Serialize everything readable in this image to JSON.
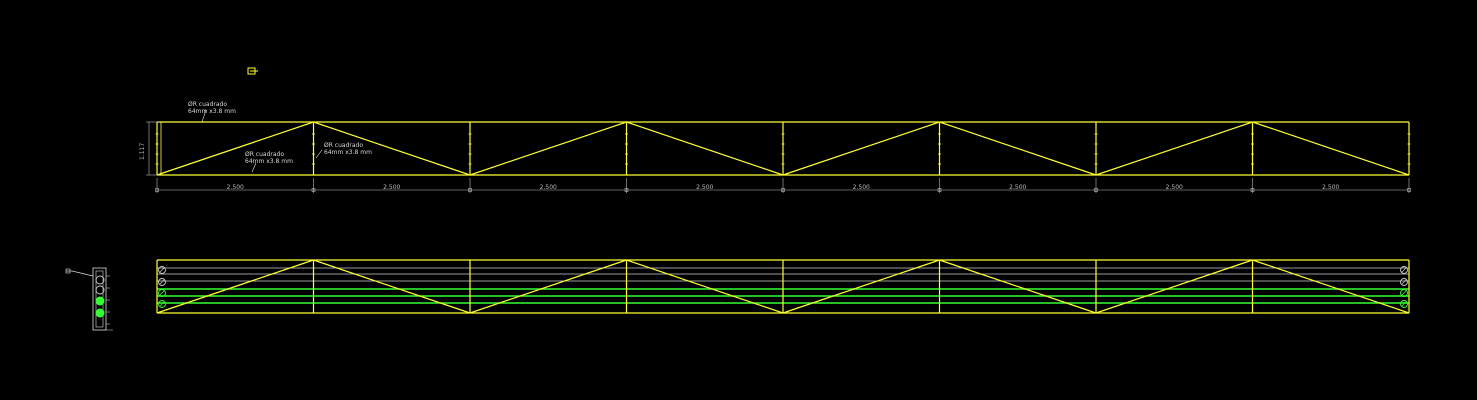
{
  "colors": {
    "background": "#000000",
    "truss": "#ffff33",
    "purlin": "#33ff33",
    "dimension": "#bbbbbb",
    "annotation": "#dddddd"
  },
  "elevation": {
    "annotations": [
      {
        "line1": "ØR cuadrado",
        "line2": "64mm x3.8 mm"
      },
      {
        "line1": "ØR cuadrado",
        "line2": "64mm x3.8 mm"
      },
      {
        "line1": "ØR cuadrado",
        "line2": "64mm x3.8 mm"
      }
    ],
    "height_label": "1.117",
    "dimensions": [
      "2.500",
      "2.500",
      "2.500",
      "2.500",
      "2.500",
      "2.500",
      "2.500",
      "2.500"
    ]
  }
}
